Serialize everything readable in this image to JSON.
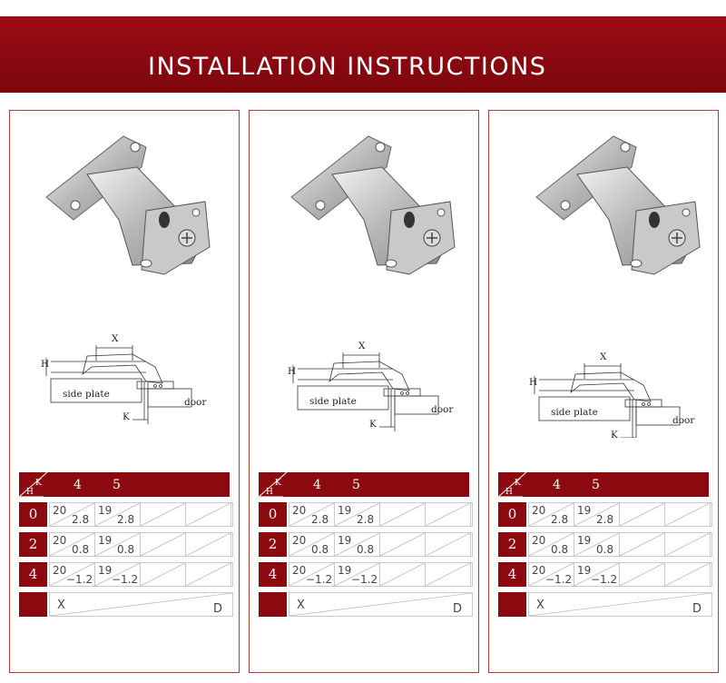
{
  "banner": {
    "title": "INSTALLATION  INSTRUCTIONS"
  },
  "diagram_labels": {
    "x": "X",
    "h": "H",
    "k": "K",
    "side_plate": "side plate",
    "door": "door"
  },
  "table": {
    "corner_h": "H",
    "corner_k": "K",
    "k_values": [
      "4",
      "5"
    ],
    "rows": [
      {
        "h": "0",
        "cells": [
          {
            "top": "20",
            "bottom": "2.8"
          },
          {
            "top": "19",
            "bottom": "2.8"
          }
        ]
      },
      {
        "h": "2",
        "cells": [
          {
            "top": "20",
            "bottom": "0.8"
          },
          {
            "top": "19",
            "bottom": "0.8"
          }
        ]
      },
      {
        "h": "4",
        "cells": [
          {
            "top": "20",
            "bottom": "−1.2"
          },
          {
            "top": "19",
            "bottom": "−1.2"
          }
        ]
      }
    ],
    "footer": {
      "x": "X",
      "d": "D"
    }
  },
  "colors": {
    "brand_red": "#8b0a10",
    "border": "#b33a3a"
  }
}
